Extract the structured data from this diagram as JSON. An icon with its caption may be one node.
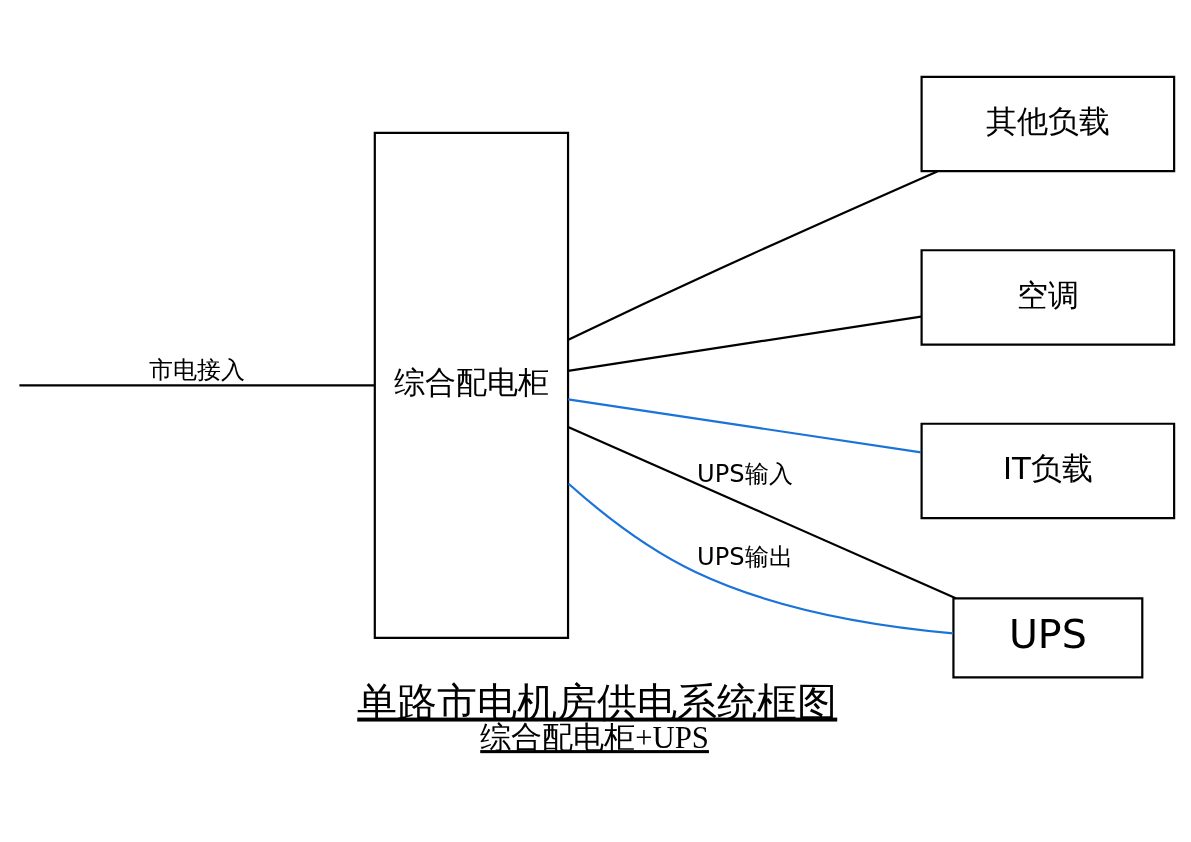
{
  "diagram": {
    "title": "单路市电机房供电系统框图",
    "caption": "综合配电柜+UPS",
    "nodes": [
      {
        "text": [
          "综合配电柜"
        ]
      },
      {
        "text": [
          "其他负载"
        ]
      },
      {
        "text": [
          "空调"
        ]
      },
      {
        "text": [
          "IT负载"
        ]
      },
      {
        "text": [
          "UPS"
        ]
      }
    ],
    "edges": [
      {
        "from": null,
        "to": 0,
        "arrow": "none",
        "label": "市电接入"
      },
      {
        "from": 0,
        "to": 1,
        "arrow": "none"
      },
      {
        "from": 0,
        "to": 2,
        "arrow": "none"
      },
      {
        "from": 0,
        "to": 3,
        "arrow": "none",
        "color": "#1a73d9"
      },
      {
        "from": 0,
        "to": 4,
        "arrow": "none",
        "label": "UPS输入"
      },
      {
        "from": 4,
        "to": 0,
        "arrow": "none",
        "label": "UPS输出",
        "color": "#1a73d9"
      }
    ]
  }
}
